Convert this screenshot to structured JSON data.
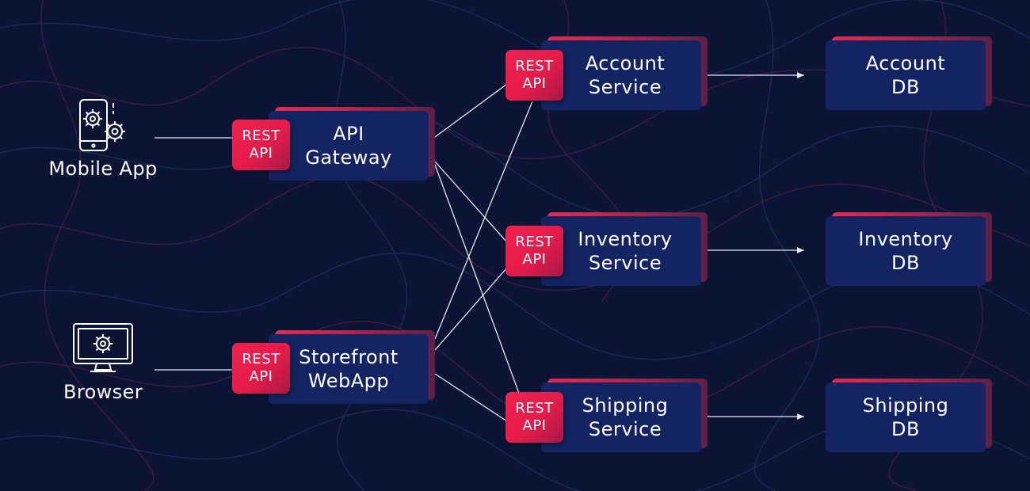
{
  "colors": {
    "background": "#0c1535",
    "node_face": "#142462",
    "badge": "#ec1f4d",
    "connector": "#e6e9f2"
  },
  "clients": [
    {
      "label": "Mobile App",
      "icon": "mobile-settings-icon"
    },
    {
      "label": "Browser",
      "icon": "monitor-settings-icon"
    }
  ],
  "badge": {
    "line1": "REST",
    "line2": "API"
  },
  "gateways": [
    {
      "line1": "API",
      "line2": "Gateway"
    },
    {
      "line1": "Storefront",
      "line2": "WebApp"
    }
  ],
  "services": [
    {
      "line1": "Account",
      "line2": "Service"
    },
    {
      "line1": "Inventory",
      "line2": "Service"
    },
    {
      "line1": "Shipping",
      "line2": "Service"
    }
  ],
  "databases": [
    {
      "line1": "Account",
      "line2": "DB"
    },
    {
      "line1": "Inventory",
      "line2": "DB"
    },
    {
      "line1": "Shipping",
      "line2": "DB"
    }
  ]
}
